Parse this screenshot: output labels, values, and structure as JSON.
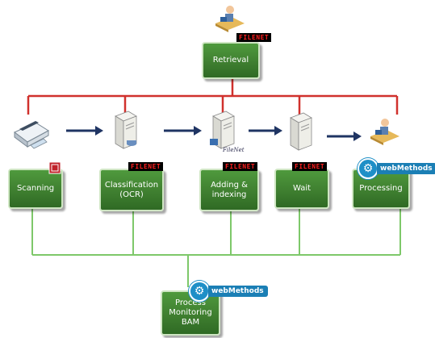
{
  "steps": {
    "retrieval": "Retrieval",
    "scanning": "Scanning",
    "classification": "Classification\n(OCR)",
    "adding": "Adding &\nindexing",
    "wait": "Wait",
    "processing": "Processing",
    "monitoring": "Process\nMonitoring\nBAM"
  },
  "badges": {
    "filenet": "FILENET"
  },
  "webmethods": "webMethods",
  "filenet_label": "FileNet",
  "colors": {
    "box_green": "#3f7f30",
    "red_line": "#d0312d",
    "green_line": "#7ec86a",
    "arrow": "#1f3463",
    "webmethods_blue": "#1b7fb5"
  },
  "icons": {
    "retrieval": "person-at-desk-icon",
    "scanning": "scanner-icon",
    "classification": "server-icon",
    "adding": "server-icon",
    "wait": "server-icon",
    "processing": "person-at-desk-icon"
  }
}
